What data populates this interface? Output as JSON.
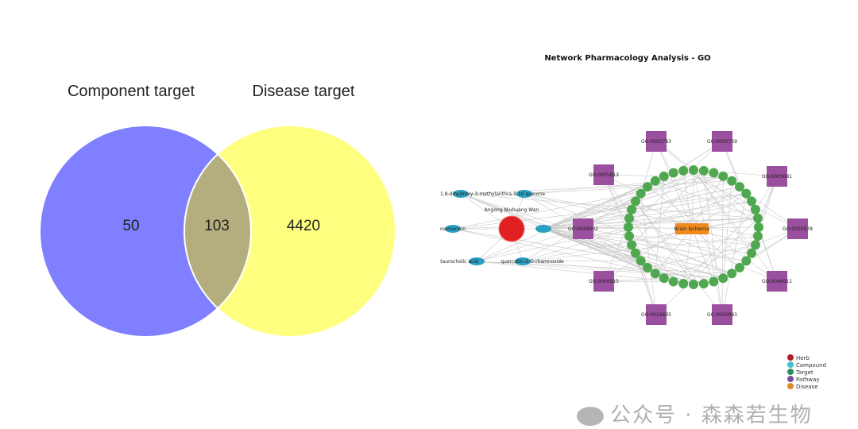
{
  "venn": {
    "left_label": "Component target",
    "right_label": "Disease target",
    "left_only": "50",
    "intersection": "103",
    "right_only": "4420",
    "colors": {
      "left": "#7f7fff",
      "right": "#ffff7f",
      "overlap": "#b4ae7f"
    }
  },
  "network": {
    "title": "Network Pharmacology Analysis - GO",
    "herb": "Angong Niuhuang Wan",
    "disease": "Brain Ischemia",
    "compounds": [
      "1,8-dihydroxy-3-methylanthra-9,10-quinone",
      "rosmarinin",
      "taurocholic acid",
      "quercetin-3-O-rhamnoside"
    ],
    "pathways": [
      "GO:0005783",
      "GO:0005759",
      "GO:0005813",
      "GO:0005681",
      "GO:0048002",
      "GO:0000978",
      "GO:0006915",
      "GO:0046911",
      "GO:0016605",
      "GO:0045893"
    ],
    "target_count": 40,
    "legend": [
      "Herb",
      "Compound",
      "Target",
      "Pathway",
      "Disease"
    ],
    "colors": {
      "herb": "#e02020",
      "compound": "#2a9fc0",
      "target": "#4fa84f",
      "pathway": "#9b4f9f",
      "disease": "#f08a1c",
      "edge": "#c8c8c8"
    }
  },
  "watermark": "公众号 · 森森若生物"
}
